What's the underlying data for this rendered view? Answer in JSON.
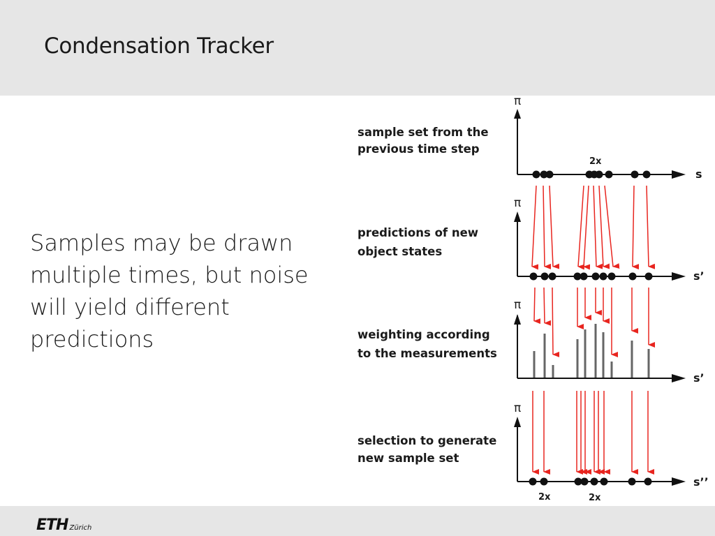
{
  "slide": {
    "title": "Condensation Tracker",
    "body_lines": [
      "Samples may be drawn",
      "multiple times, but noise",
      "will yield different",
      "predictions"
    ]
  },
  "diagram": {
    "stages": [
      {
        "label_lines": [
          "sample set from the",
          "previous time step"
        ],
        "axis_label": "s",
        "y_label": "π"
      },
      {
        "label_lines": [
          "predictions of new",
          "object states"
        ],
        "axis_label": "s’",
        "y_label": "π"
      },
      {
        "label_lines": [
          "weighting according",
          "to the measurements"
        ],
        "axis_label": "s’",
        "y_label": "π"
      },
      {
        "label_lines": [
          "selection to generate",
          "new sample set"
        ],
        "axis_label": "s’’",
        "y_label": "π"
      }
    ],
    "multiplicity_labels": [
      "2x",
      "2x",
      "2x"
    ],
    "colors": {
      "arrow": "#e8251f",
      "dot": "#111111",
      "axis": "#111111",
      "weight_bar": "#666666"
    }
  },
  "footer": {
    "logo_text": "ETH",
    "logo_subtext": "Zürich"
  }
}
